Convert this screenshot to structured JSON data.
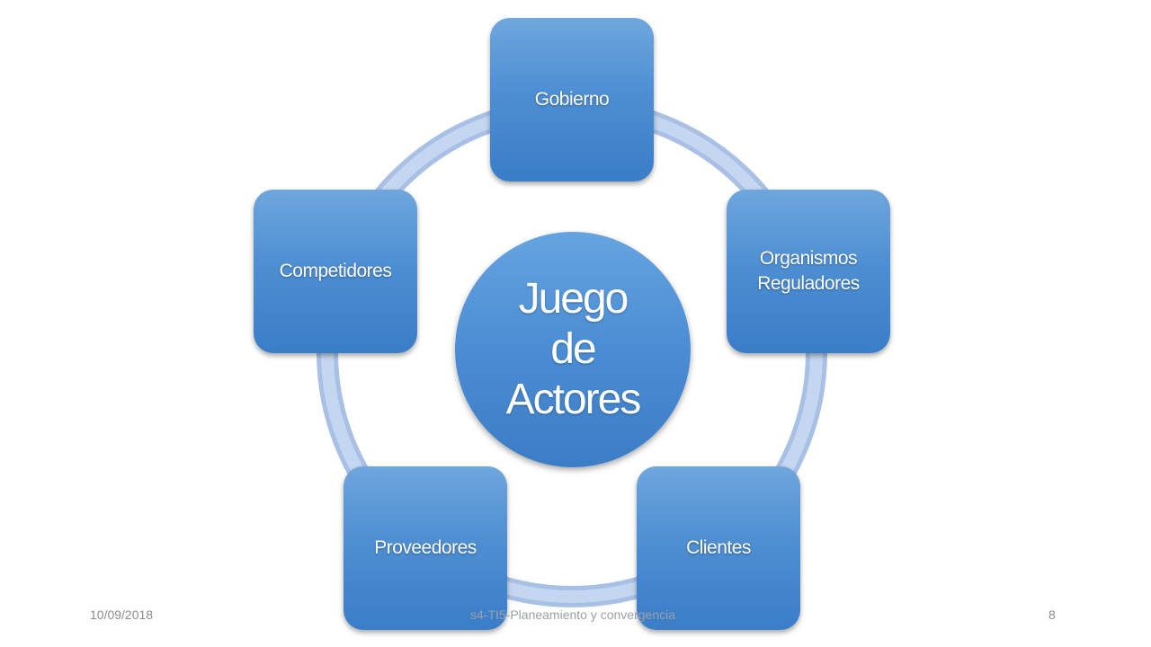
{
  "diagram": {
    "center_label": "Juego\nde\nActores",
    "nodes": [
      {
        "id": "gobierno",
        "label": "Gobierno"
      },
      {
        "id": "organismos",
        "label": "Organismos\nReguladores"
      },
      {
        "id": "clientes",
        "label": "Clientes"
      },
      {
        "id": "proveedores",
        "label": "Proveedores"
      },
      {
        "id": "competidores",
        "label": "Competidores"
      }
    ],
    "colors": {
      "node_fill": "#4e8fd3",
      "ring": "#b7cceb"
    }
  },
  "footer": {
    "date": "10/09/2018",
    "title": "s4-TI5-Planeamiento y convergencia",
    "page": "8"
  }
}
